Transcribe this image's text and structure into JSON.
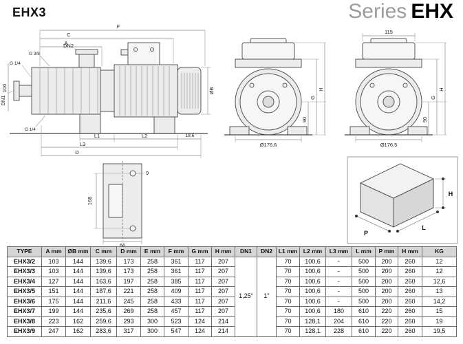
{
  "header": {
    "title": "EHX3",
    "series_light": "Series",
    "series_bold": "EHX"
  },
  "drawings": {
    "side_view": {
      "labels": {
        "f": "F",
        "c": "C",
        "a": "A",
        "dn2": "DN2",
        "g38": "G 3/8",
        "g14_top": "G 1/4",
        "g14_bottom": "G 1/4",
        "h100": "100",
        "dn1": "DN1",
        "ob": "ØB",
        "l1": "L1",
        "l2": "L2",
        "d186": "18,6",
        "l3": "L3",
        "d": "D"
      }
    },
    "plan_view": {
      "labels": {
        "n9": "9",
        "n168": "168",
        "n66": "66"
      }
    },
    "front_view_left": {
      "labels": {
        "dia": "Ø176,6",
        "n90": "90",
        "g": "G",
        "h": "H"
      }
    },
    "front_view_right": {
      "labels": {
        "n115": "115",
        "dia": "Ø176,5",
        "n90": "90",
        "g": "G",
        "h": "H"
      }
    },
    "box_diagram": {
      "labels": {
        "p": "P",
        "l": "L",
        "h": "H"
      }
    }
  },
  "table": {
    "headers": [
      "TYPE",
      "A mm",
      "ØB mm",
      "C mm",
      "D mm",
      "E mm",
      "F mm",
      "G mm",
      "H mm",
      "DN1",
      "DN2",
      "L1 mm",
      "L2 mm",
      "L3 mm",
      "L mm",
      "P mm",
      "H mm",
      "KG"
    ],
    "dn1_value": "1,25\"",
    "dn2_value": "1\"",
    "rows": [
      [
        "EHX3/2",
        "103",
        "144",
        "139,6",
        "173",
        "258",
        "361",
        "117",
        "207",
        "70",
        "100,6",
        "-",
        "500",
        "200",
        "260",
        "12"
      ],
      [
        "EHX3/3",
        "103",
        "144",
        "139,6",
        "173",
        "258",
        "361",
        "117",
        "207",
        "70",
        "100,6",
        "-",
        "500",
        "200",
        "260",
        "12"
      ],
      [
        "EHX3/4",
        "127",
        "144",
        "163,6",
        "197",
        "258",
        "385",
        "117",
        "207",
        "70",
        "100,6",
        "-",
        "500",
        "200",
        "260",
        "12,6"
      ],
      [
        "EHX3/5",
        "151",
        "144",
        "187,6",
        "221",
        "258",
        "409",
        "117",
        "207",
        "70",
        "100,6",
        "-",
        "500",
        "200",
        "260",
        "13"
      ],
      [
        "EHX3/6",
        "175",
        "144",
        "211,6",
        "245",
        "258",
        "433",
        "117",
        "207",
        "70",
        "100,6",
        "-",
        "500",
        "200",
        "260",
        "14,2"
      ],
      [
        "EHX3/7",
        "199",
        "144",
        "235,6",
        "269",
        "258",
        "457",
        "117",
        "207",
        "70",
        "100,6",
        "180",
        "610",
        "220",
        "260",
        "15"
      ],
      [
        "EHX3/8",
        "223",
        "162",
        "259,6",
        "293",
        "300",
        "523",
        "124",
        "214",
        "70",
        "128,1",
        "204",
        "610",
        "220",
        "260",
        "19"
      ],
      [
        "EHX3/9",
        "247",
        "162",
        "283,6",
        "317",
        "300",
        "547",
        "124",
        "214",
        "70",
        "128,1",
        "228",
        "610",
        "220",
        "260",
        "19,5"
      ]
    ]
  }
}
